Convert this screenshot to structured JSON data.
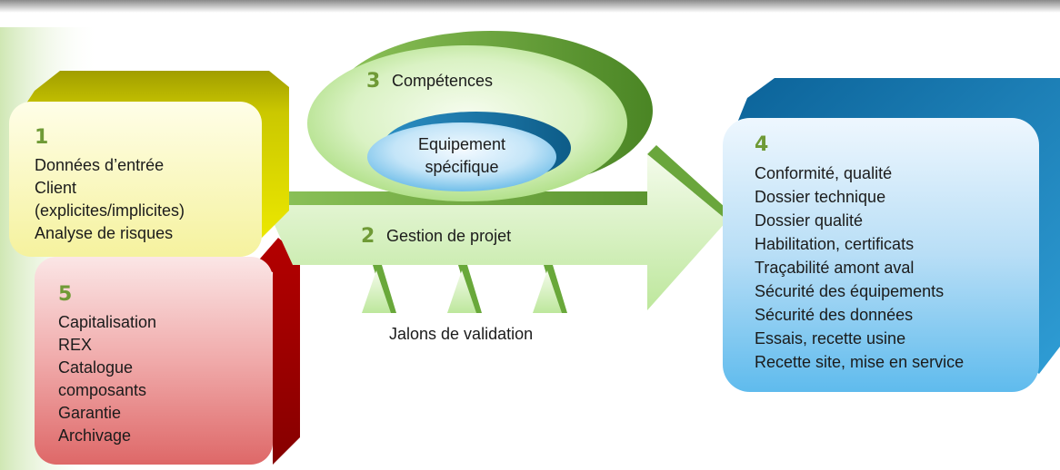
{
  "box1": {
    "number": "1",
    "lines": [
      "Données d’entrée",
      "Client",
      "(explicites/implicites)",
      "Analyse de risques"
    ]
  },
  "arrow2": {
    "number": "2",
    "label": "Gestion de projet",
    "milestones_label": "Jalons de validation"
  },
  "ellipse3": {
    "number": "3",
    "label": "Compétences",
    "inner_lines": [
      "Equipement",
      "spécifique"
    ]
  },
  "box4": {
    "number": "4",
    "lines": [
      "Conformité, qualité",
      "Dossier technique",
      "Dossier qualité",
      "Habilitation, certificats",
      "Traçabilité amont aval",
      "Sécurité des équipements",
      "Sécurité des données",
      "Essais, recette usine",
      "Recette site, mise en service"
    ]
  },
  "box5": {
    "number": "5",
    "lines": [
      "Capitalisation",
      "REX",
      "Catalogue",
      "composants",
      "Garantie",
      "Archivage"
    ]
  },
  "colors": {
    "number_green": "#6f9a36",
    "box1_yellow": "#f5f29e",
    "box4_blue": "#62bdee",
    "box5_red": "#e06a6a",
    "arrow_green": "#bfe8a0"
  }
}
